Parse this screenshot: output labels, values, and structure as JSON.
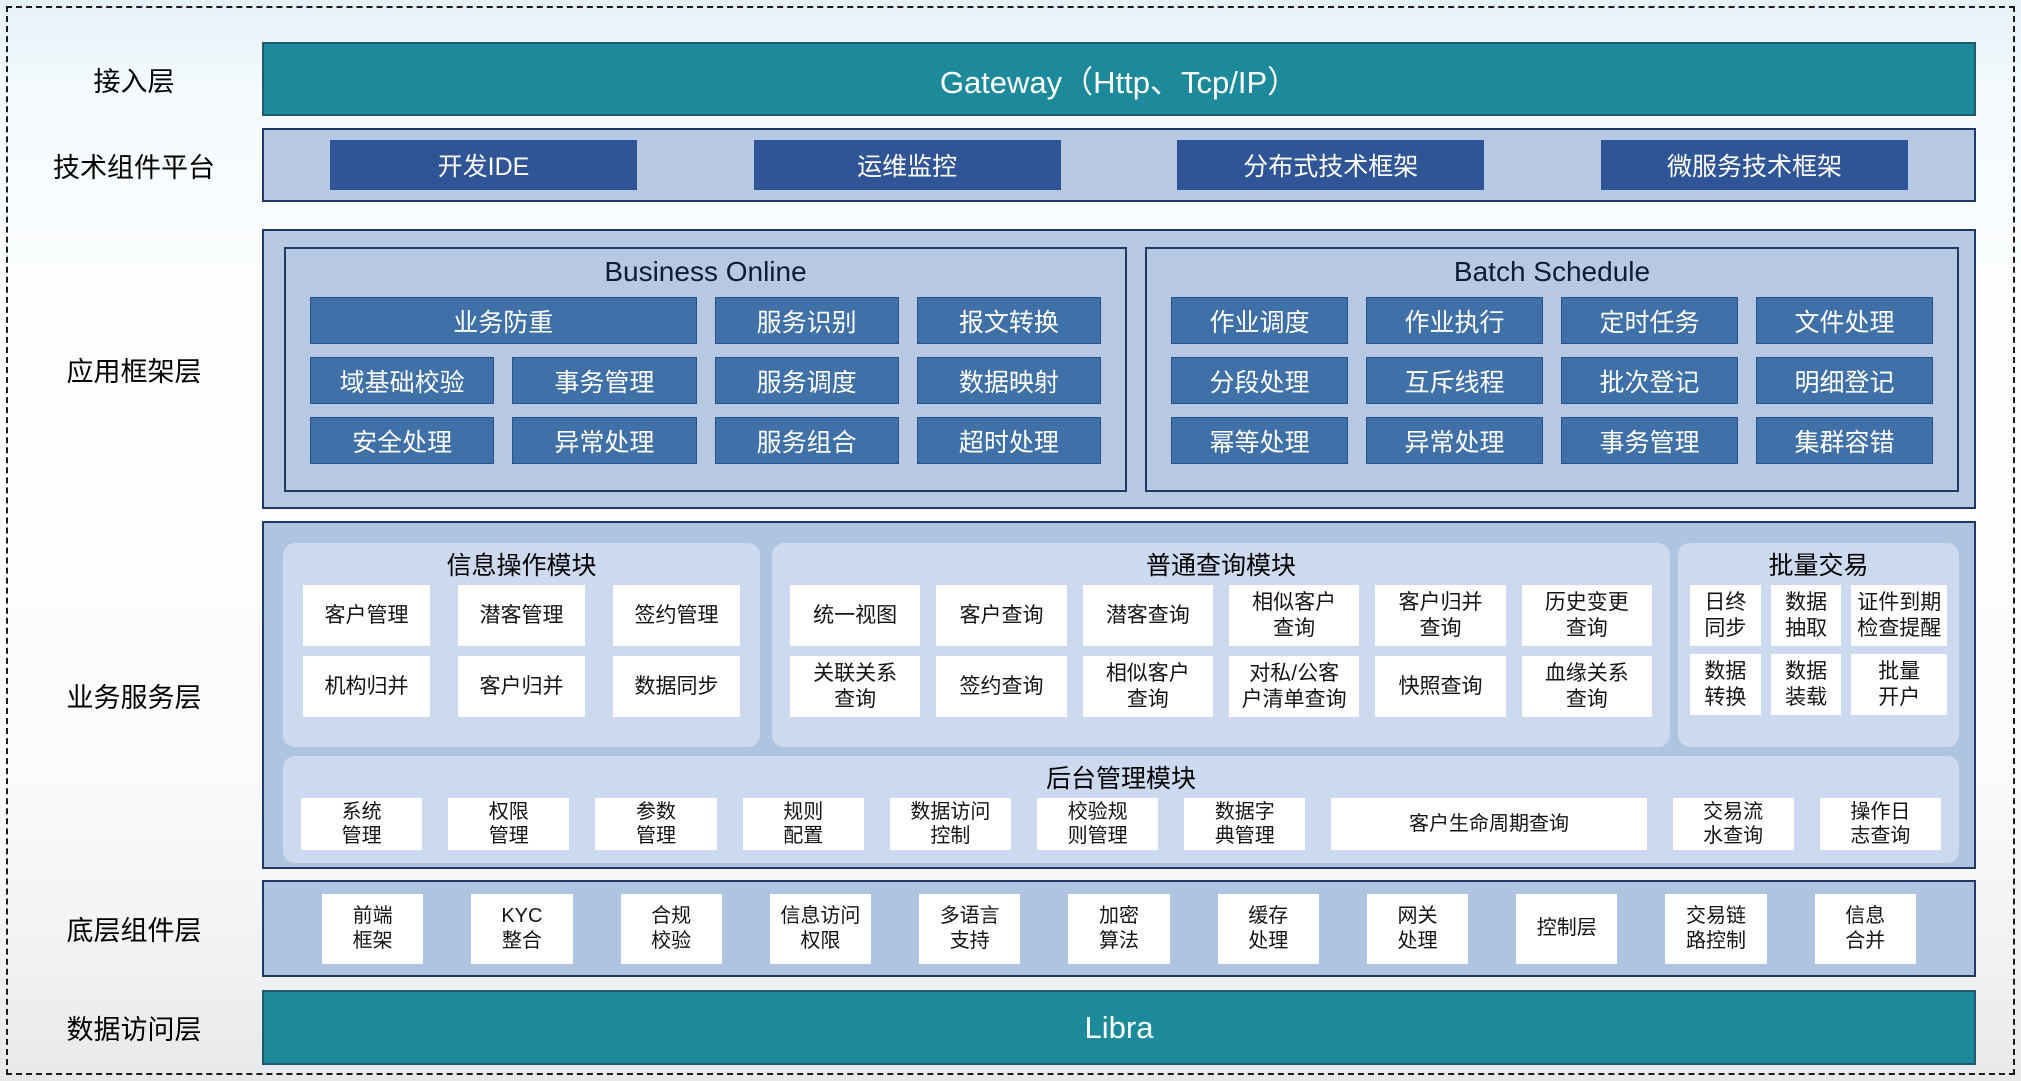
{
  "diagram": {
    "access_layer": {
      "label": "接入层",
      "gateway": "Gateway（Http、Tcp/IP）"
    },
    "tech_platform": {
      "label": "技术组件平台",
      "items": [
        "开发IDE",
        "运维监控",
        "分布式技术框架",
        "微服务技术框架"
      ]
    },
    "app_framework": {
      "label": "应用框架层",
      "business_online": {
        "title": "Business Online",
        "items": [
          {
            "label": "业务防重",
            "span": 2
          },
          "服务识别",
          "报文转换",
          "域基础校验",
          "事务管理",
          "服务调度",
          "数据映射",
          "安全处理",
          "异常处理",
          "服务组合",
          "超时处理"
        ]
      },
      "batch_schedule": {
        "title": "Batch Schedule",
        "items": [
          "作业调度",
          "作业执行",
          "定时任务",
          "文件处理",
          "分段处理",
          "互斥线程",
          "批次登记",
          "明细登记",
          "幂等处理",
          "异常处理",
          "事务管理",
          "集群容错"
        ]
      }
    },
    "business_services": {
      "label": "业务服务层",
      "info_module": {
        "title": "信息操作模块",
        "items": [
          "客户管理",
          "潜客管理",
          "签约管理",
          "机构归并",
          "客户归并",
          "数据同步"
        ]
      },
      "query_module": {
        "title": "普通查询模块",
        "items": [
          "统一视图",
          "客户查询",
          "潜客查询",
          "相似客户\n查询",
          "客户归并\n查询",
          "历史变更\n查询",
          "关联关系\n查询",
          "签约查询",
          "相似客户\n查询",
          "对私/公客\n户清单查询",
          "快照查询",
          "血缘关系\n查询"
        ]
      },
      "batch_trade": {
        "title": "批量交易",
        "items": [
          "日终\n同步",
          "数据\n抽取",
          "证件到期\n检查提醒",
          "数据\n转换",
          "数据\n装载",
          "批量\n开户"
        ]
      },
      "admin_module": {
        "title": "后台管理模块",
        "items": [
          "系统\n管理",
          "权限\n管理",
          "参数\n管理",
          "规则\n配置",
          "数据访问\n控制",
          "校验规\n则管理",
          "数据字\n典管理",
          {
            "label": "客户生命周期查询",
            "grow": 2.6
          },
          "交易流\n水查询",
          "操作日\n志查询"
        ]
      }
    },
    "base_components": {
      "label": "底层组件层",
      "items": [
        "前端\n框架",
        "KYC\n整合",
        "合规\n校验",
        "信息访问\n权限",
        "多语言\n支持",
        "加密\n算法",
        "缓存\n处理",
        "网关\n处理",
        "控制层",
        "交易链\n路控制",
        "信息\n合并"
      ]
    },
    "data_access": {
      "label": "数据访问层",
      "bar": "Libra"
    }
  },
  "colors": {
    "teal": "#1d8a9b",
    "navy_border": "#1f3864",
    "container_blue": "#b7c9e2",
    "tech_button": "#2f5597",
    "steel_button": "#3f70a7",
    "subpanel": "#cdd9ee",
    "white_button": "#ffffff"
  }
}
